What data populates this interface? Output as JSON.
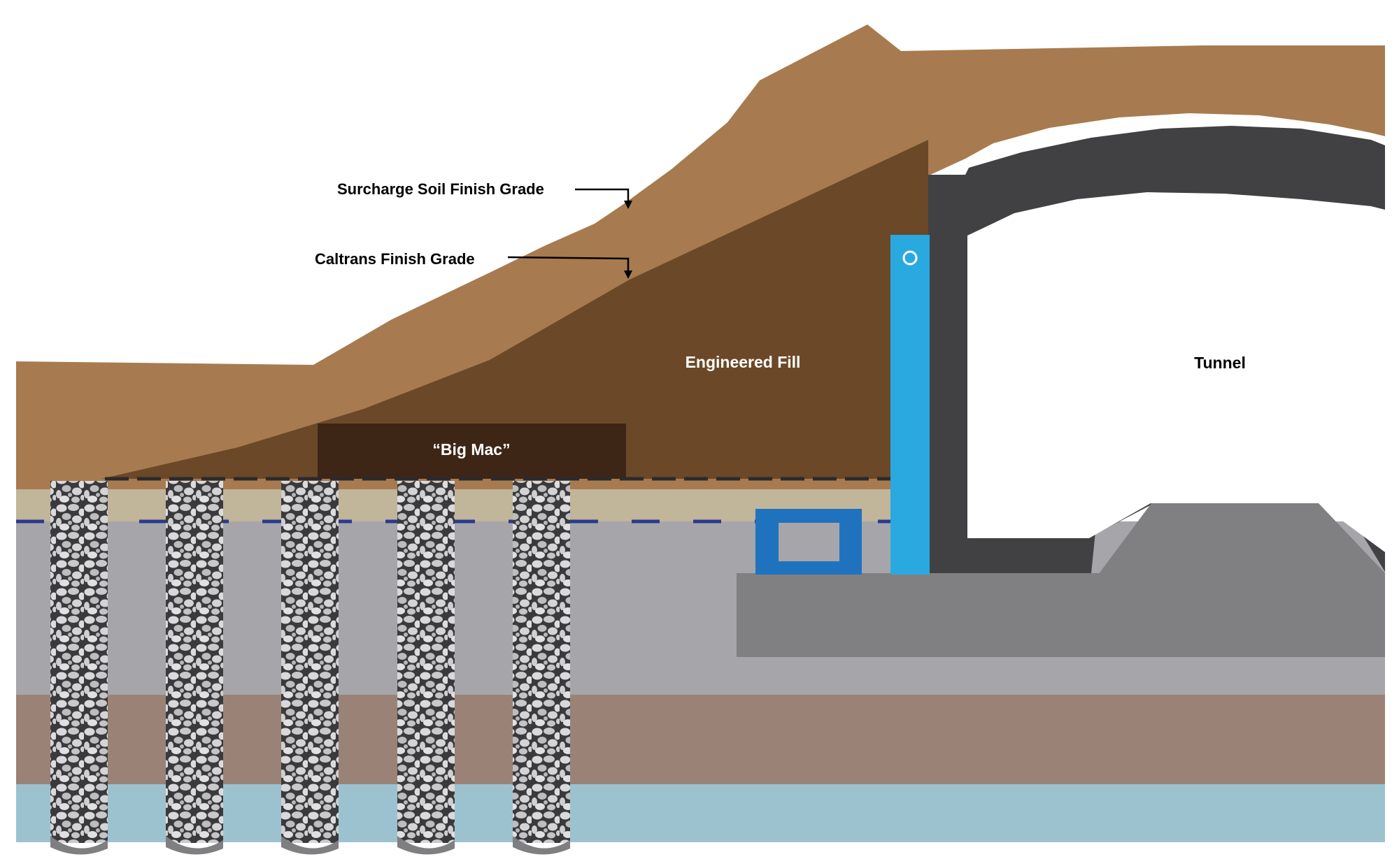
{
  "labels": {
    "surcharge_grade": "Surcharge Soil Finish Grade",
    "caltrans_grade": "Caltrans Finish Grade",
    "engineered_fill": "Engineered Fill",
    "big_mac": "“Big Mac”",
    "tunnel": "Tunnel"
  },
  "colors": {
    "surcharge_soil": "#a77b4f",
    "engineered_fill": "#6b4828",
    "big_mac": "#3e2616",
    "sand_layer": "#c1b59a",
    "gray_clay": "#a6a6aa",
    "brown_layer": "#9a8376",
    "blue_layer": "#9dc2cf",
    "tunnel_structure": "#414143",
    "foundation_slab": "#808083",
    "wall_blue": "#29a9e0",
    "box_blue": "#1f73be",
    "dash_blue": "#2b3a8c",
    "column_gray": "#7f7f82"
  },
  "stone_columns": {
    "count": 5
  }
}
